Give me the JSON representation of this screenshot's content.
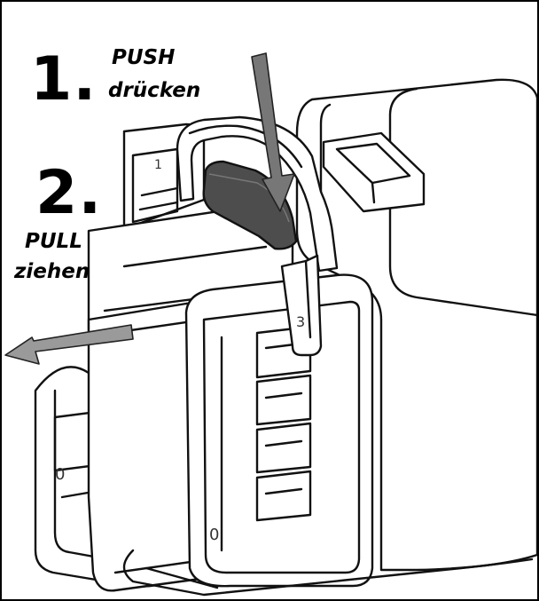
{
  "steps": [
    {
      "number": "1.",
      "action": "PUSH",
      "action_de": "drücken"
    },
    {
      "number": "2.",
      "action": "PULL",
      "action_de": "ziehen"
    }
  ],
  "part_markings": [
    "1",
    "3",
    "0",
    "0"
  ],
  "colors": {
    "background": "#ffffff",
    "outline": "#000000",
    "push_arrow": "#777777",
    "pull_arrow": "#9a9a9a",
    "latch_tab": "#4d4d4d"
  }
}
